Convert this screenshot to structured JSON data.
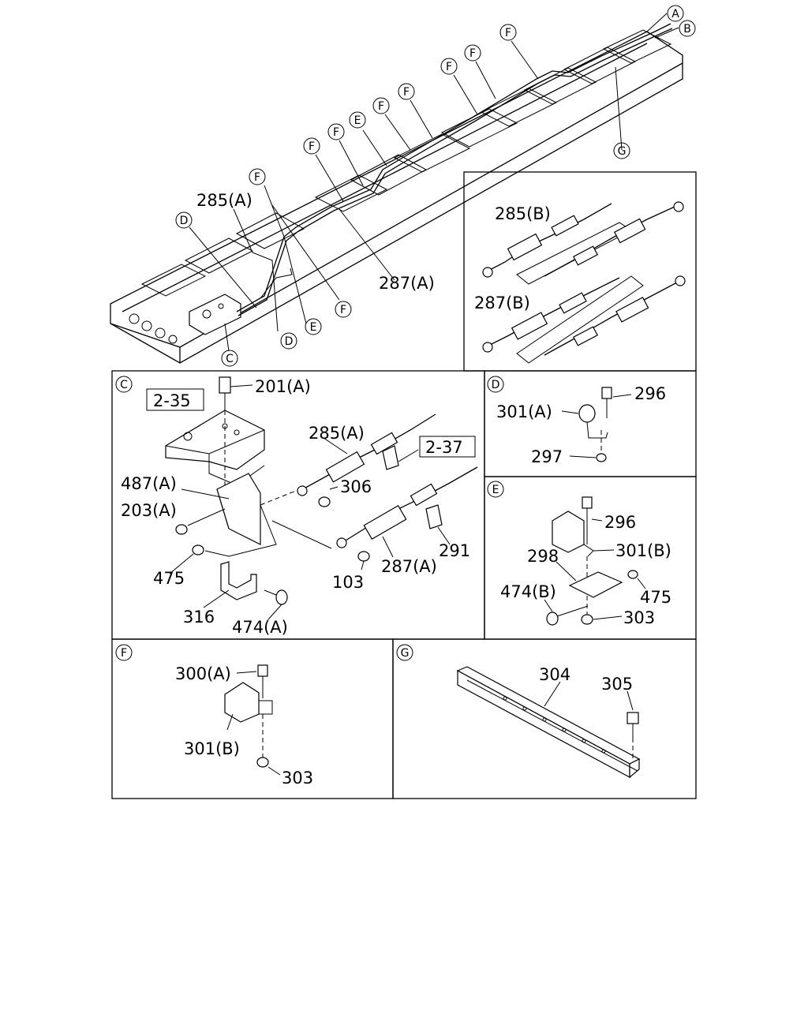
{
  "callouts": {
    "A": "A",
    "B": "B",
    "C": "C",
    "D": "D",
    "E": "E",
    "F": "F",
    "G": "G"
  },
  "overview": {
    "label_285A": "285(A)",
    "label_287A": "287(A)"
  },
  "inset_top_right": {
    "label_285B": "285(B)",
    "label_287B": "287(B)"
  },
  "panel_C": {
    "ref_2_35": "2-35",
    "ref_2_37": "2-37",
    "label_201A": "201(A)",
    "label_285A": "285(A)",
    "label_487A": "487(A)",
    "label_306": "306",
    "label_203A": "203(A)",
    "label_291": "291",
    "label_475": "475",
    "label_103": "103",
    "label_287A": "287(A)",
    "label_316": "316",
    "label_474A": "474(A)"
  },
  "panel_D": {
    "label_301A": "301(A)",
    "label_296": "296",
    "label_297": "297"
  },
  "panel_E": {
    "label_296": "296",
    "label_301B": "301(B)",
    "label_298": "298",
    "label_474B": "474(B)",
    "label_475": "475",
    "label_303": "303"
  },
  "panel_F": {
    "label_300A": "300(A)",
    "label_301B": "301(B)",
    "label_303": "303"
  },
  "panel_G": {
    "label_304": "304",
    "label_305": "305"
  }
}
